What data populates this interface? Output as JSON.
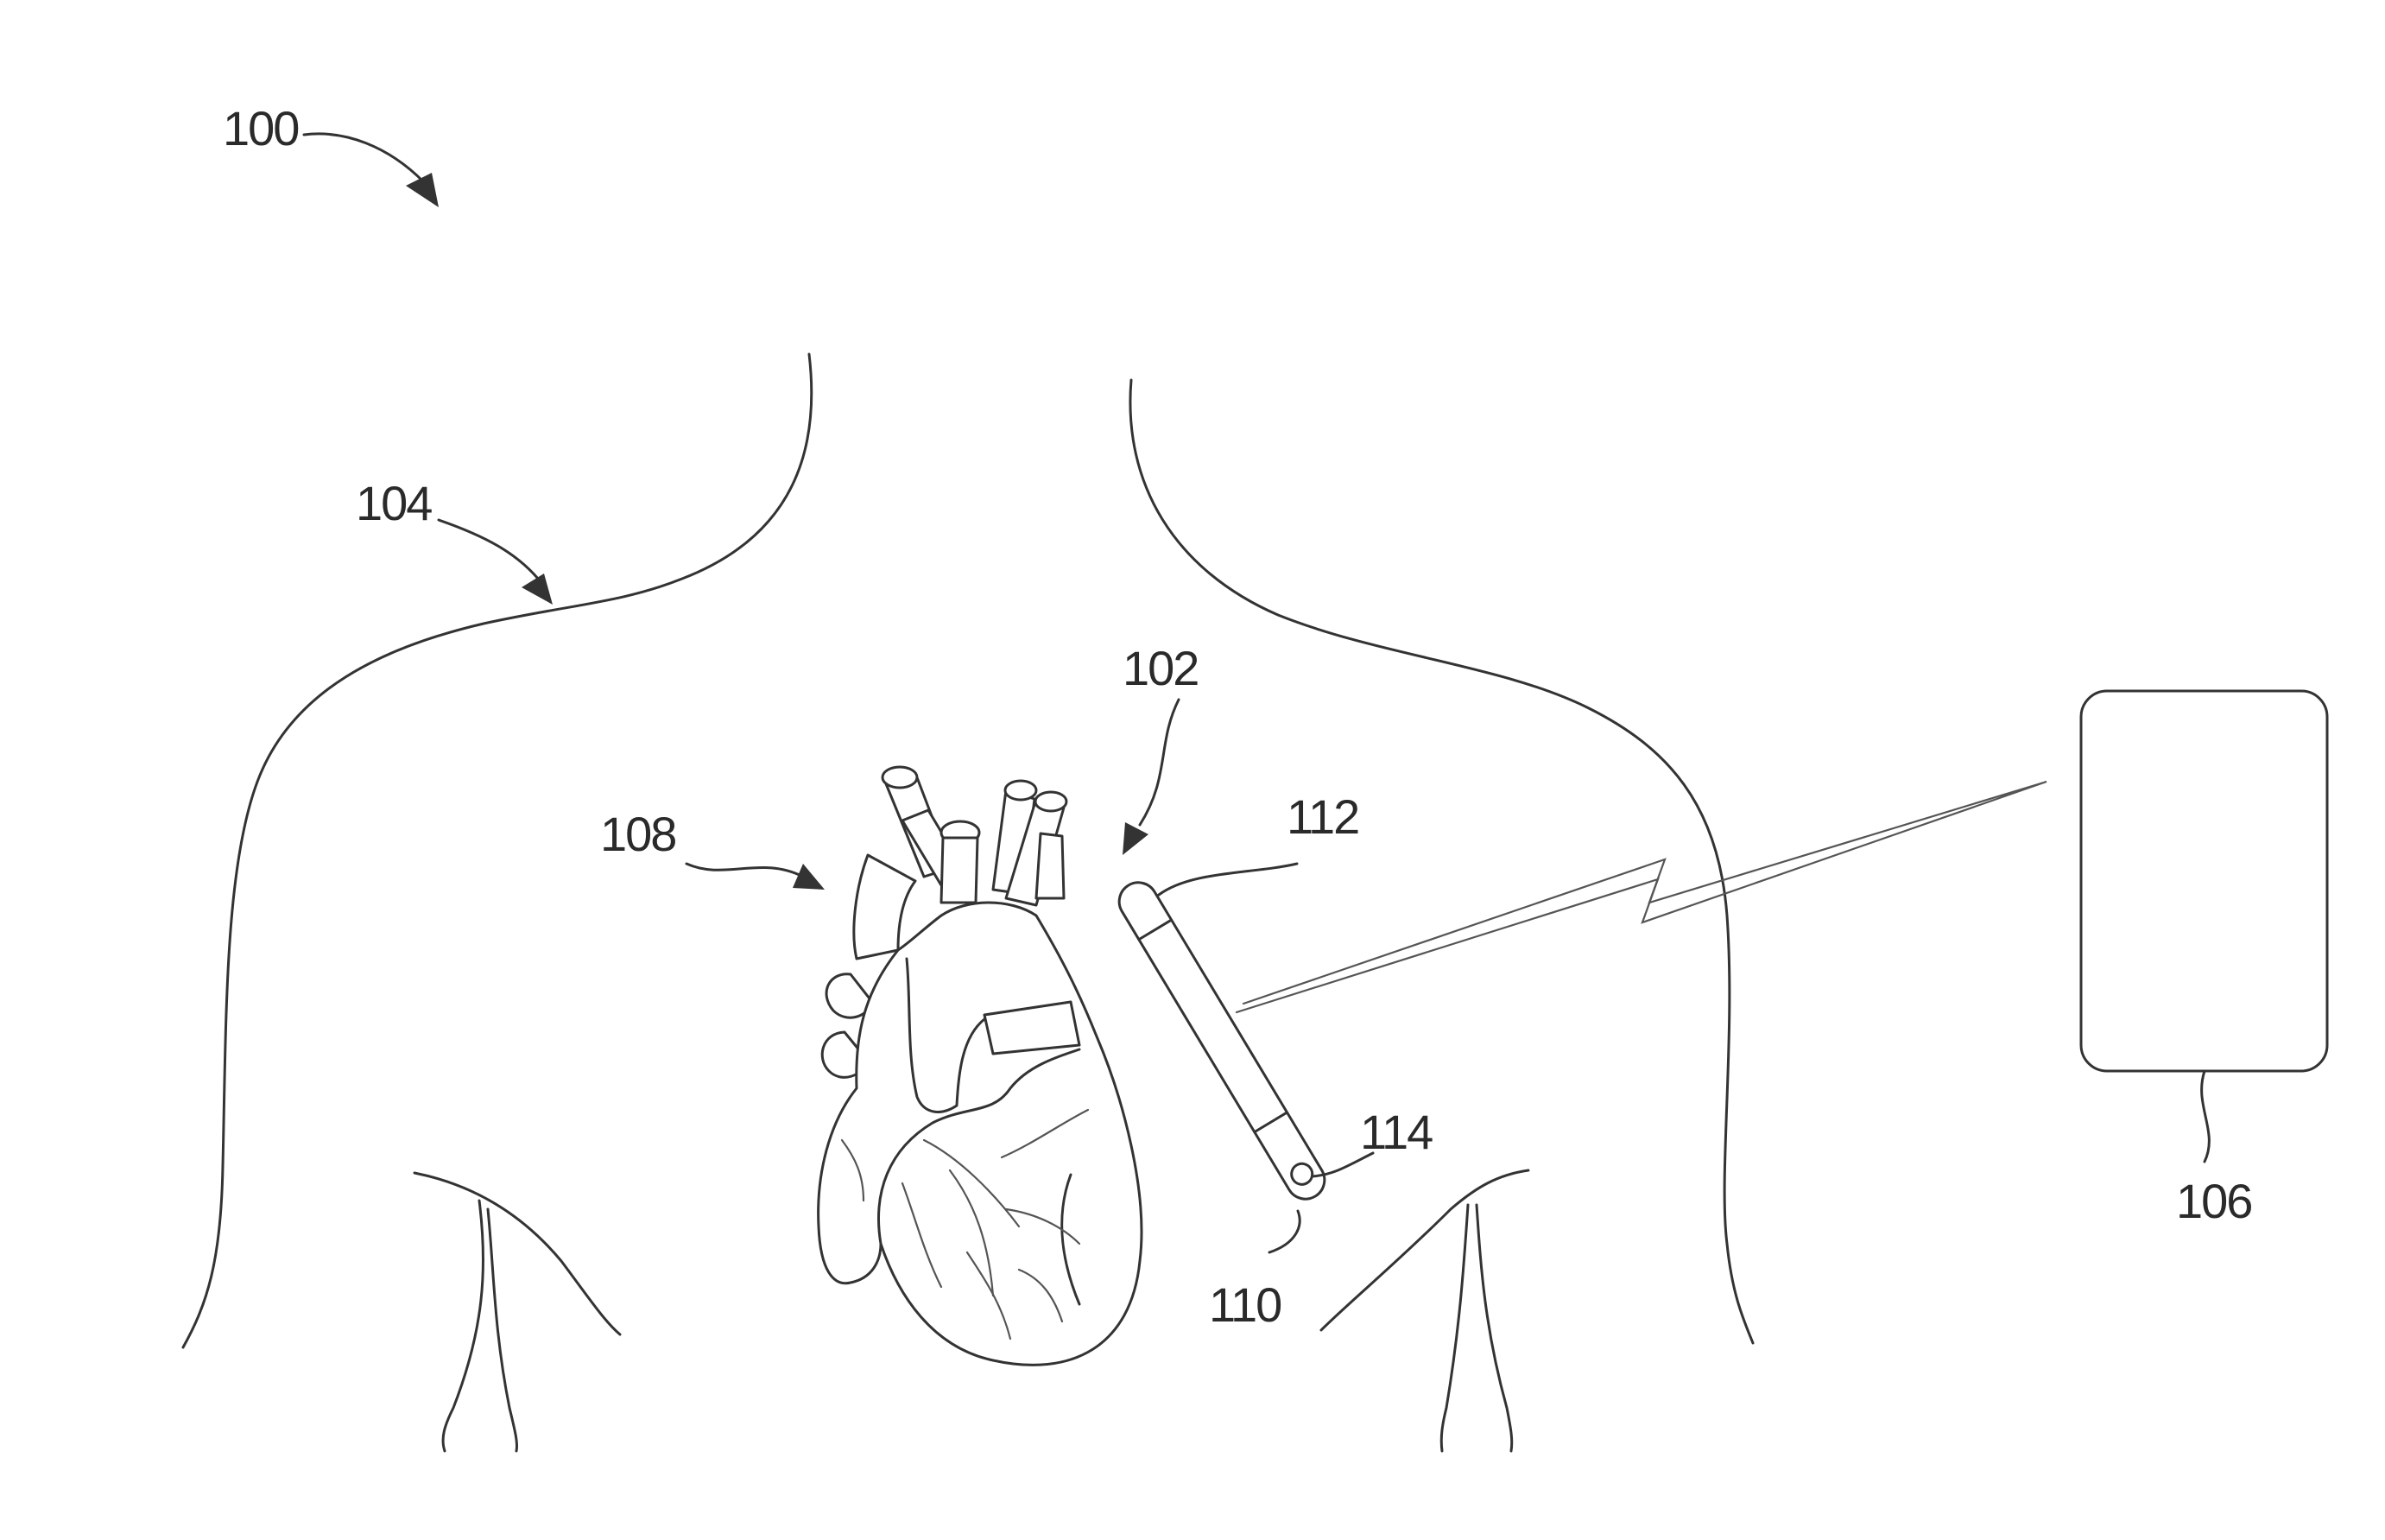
{
  "labels": {
    "system": "100",
    "device": "102",
    "patient": "104",
    "external_device": "106",
    "heart": "108",
    "electrode_distal": "110",
    "electrode_proximal": "112",
    "electrode_tip": "114"
  }
}
